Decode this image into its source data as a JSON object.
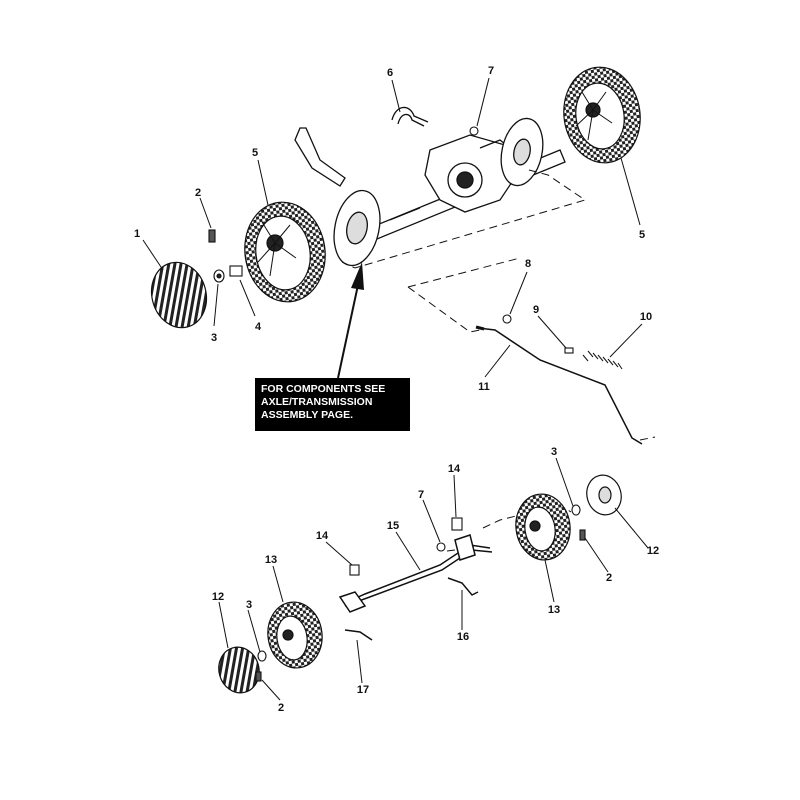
{
  "note": {
    "lines": [
      "FOR COMPONENTS SEE",
      "AXLE/TRANSMISSION",
      "ASSEMBLY PAGE."
    ]
  },
  "callouts": {
    "c1": "1",
    "c2a": "2",
    "c2b": "2",
    "c2c": "2",
    "c3a": "3",
    "c3b": "3",
    "c3c": "3",
    "c4": "4",
    "c5a": "5",
    "c5b": "5",
    "c6": "6",
    "c7a": "7",
    "c7b": "7",
    "c8": "8",
    "c9": "9",
    "c10": "10",
    "c11": "11",
    "c12a": "12",
    "c12b": "12",
    "c13a": "13",
    "c13b": "13",
    "c14a": "14",
    "c14b": "14",
    "c15": "15",
    "c16": "16",
    "c17": "17"
  }
}
